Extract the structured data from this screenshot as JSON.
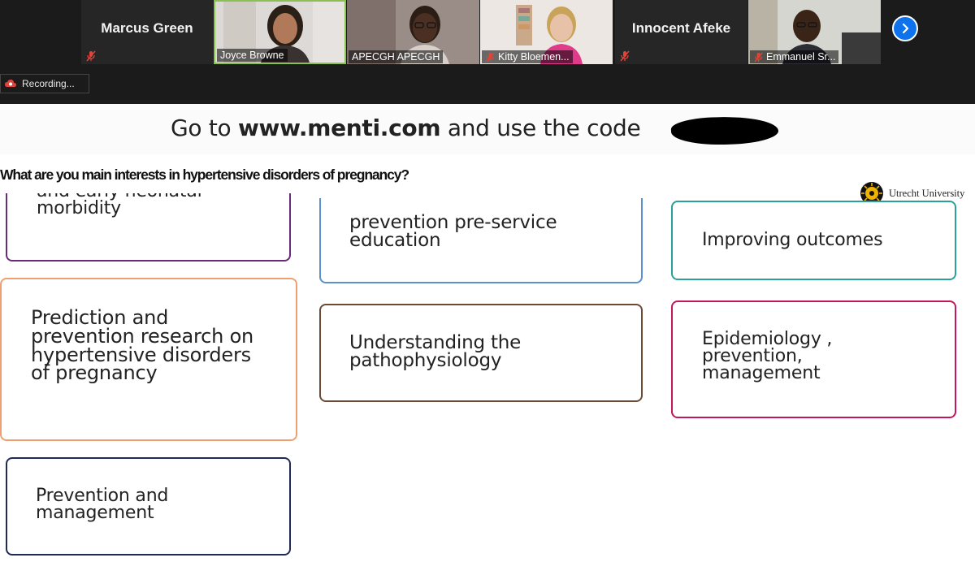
{
  "participants": [
    {
      "name": "Marcus Green",
      "type": "name-only",
      "muted": true
    },
    {
      "name": "Joyce Browne",
      "type": "video",
      "muted": false,
      "active": true
    },
    {
      "name": "APECGH APECGH",
      "type": "video",
      "muted": false
    },
    {
      "name": "Kitty Bloemen...",
      "type": "video",
      "muted": true
    },
    {
      "name": "Innocent Afeke",
      "type": "name-only",
      "muted": true
    },
    {
      "name": "Emmanuel Sr...",
      "type": "video",
      "muted": true
    }
  ],
  "recording": {
    "label": "Recording..."
  },
  "slide": {
    "banner": {
      "prefix": "Go to ",
      "url": "www.menti.com",
      "suffix": " and use the code"
    },
    "question": "What are you main interests in hypertensive disorders of pregnancy?",
    "logo": {
      "text": "Utrecht University"
    },
    "cards": [
      {
        "text": "and early neonatal morbidity",
        "color": "#6a2a7a"
      },
      {
        "text": "prevention pre-service education",
        "color": "#5b8fd0"
      },
      {
        "text": "Improving outcomes",
        "color": "#2aa198"
      },
      {
        "text": "Prediction and prevention research on hypertensive disorders of pregnancy",
        "color": "#f0a070"
      },
      {
        "text": "Understanding the pathophysiology",
        "color": "#6b4a36"
      },
      {
        "text": "Epidemiology , prevention, management",
        "color": "#c2185b"
      },
      {
        "text": "Prevention and management",
        "color": "#1f2a55"
      }
    ]
  },
  "colors": {
    "zoom_bg": "#1b1b1b",
    "tile_bg": "#262626",
    "active_speaker": "#8cc152",
    "zoom_blue": "#0e72ed",
    "muted_red": "#e0443a"
  }
}
